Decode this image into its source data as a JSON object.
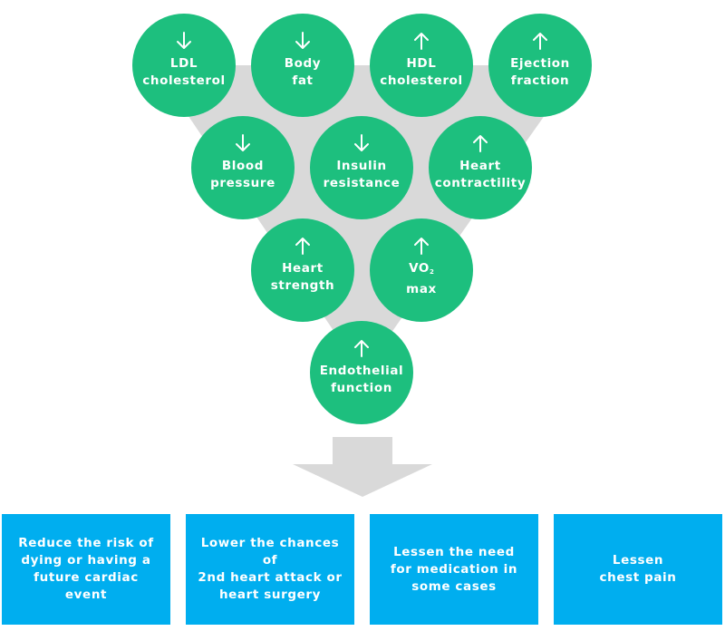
{
  "colors": {
    "circle_fill": "#1dbf7e",
    "box_fill": "#00aeef",
    "funnel_fill": "#d9d9d9",
    "text": "#ffffff"
  },
  "factors": [
    {
      "direction": "down",
      "icon": "arrow-down-icon",
      "line1": "LDL",
      "line2": "cholesterol"
    },
    {
      "direction": "down",
      "icon": "arrow-down-icon",
      "line1": "Body",
      "line2": "fat"
    },
    {
      "direction": "up",
      "icon": "arrow-up-icon",
      "line1": "HDL",
      "line2": "cholesterol"
    },
    {
      "direction": "up",
      "icon": "arrow-up-icon",
      "line1": "Ejection",
      "line2": "fraction"
    },
    {
      "direction": "down",
      "icon": "arrow-down-icon",
      "line1": "Blood",
      "line2": "pressure"
    },
    {
      "direction": "down",
      "icon": "arrow-down-icon",
      "line1": "Insulin",
      "line2": "resistance"
    },
    {
      "direction": "up",
      "icon": "arrow-up-icon",
      "line1": "Heart",
      "line2": "contractility"
    },
    {
      "direction": "up",
      "icon": "arrow-up-icon",
      "line1": "Heart",
      "line2": "strength"
    },
    {
      "direction": "up",
      "icon": "arrow-up-icon",
      "line1": "VO",
      "line1_sub": "2",
      "line2": "max"
    },
    {
      "direction": "up",
      "icon": "arrow-up-icon",
      "line1": "Endothelial",
      "line2": "function"
    }
  ],
  "outcomes": [
    {
      "lines": [
        "Reduce the risk of",
        "dying or having a",
        "future cardiac event"
      ]
    },
    {
      "lines": [
        "Lower the chances of",
        "2nd heart attack or",
        "heart surgery"
      ]
    },
    {
      "lines": [
        "Lessen the need",
        "for medication in",
        "some cases"
      ]
    },
    {
      "lines": [
        "Lessen",
        "chest pain"
      ]
    }
  ]
}
